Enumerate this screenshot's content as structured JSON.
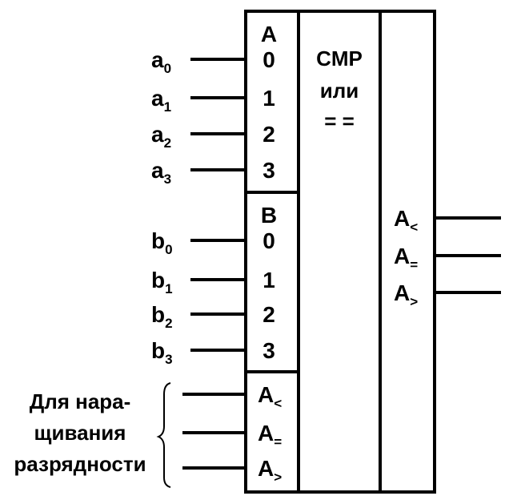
{
  "diagram": {
    "function_label": "CMP",
    "function_label_2": "или",
    "function_label_3": "= =",
    "group_a": {
      "header": "A",
      "pins": [
        "0",
        "1",
        "2",
        "3"
      ],
      "inputs": [
        {
          "base": "a",
          "sub": "0"
        },
        {
          "base": "a",
          "sub": "1"
        },
        {
          "base": "a",
          "sub": "2"
        },
        {
          "base": "a",
          "sub": "3"
        }
      ]
    },
    "group_b": {
      "header": "B",
      "pins": [
        "0",
        "1",
        "2",
        "3"
      ],
      "inputs": [
        {
          "base": "b",
          "sub": "0"
        },
        {
          "base": "b",
          "sub": "1"
        },
        {
          "base": "b",
          "sub": "2"
        },
        {
          "base": "b",
          "sub": "3"
        }
      ]
    },
    "cascade": {
      "pins": [
        {
          "base": "A",
          "sub": "<"
        },
        {
          "base": "A",
          "sub": "="
        },
        {
          "base": "A",
          "sub": ">"
        }
      ],
      "caption": [
        "Для нара-",
        "щивания",
        "разрядности"
      ]
    },
    "outputs": [
      {
        "base": "A",
        "sub": "<"
      },
      {
        "base": "A",
        "sub": "="
      },
      {
        "base": "A",
        "sub": ">"
      }
    ]
  }
}
